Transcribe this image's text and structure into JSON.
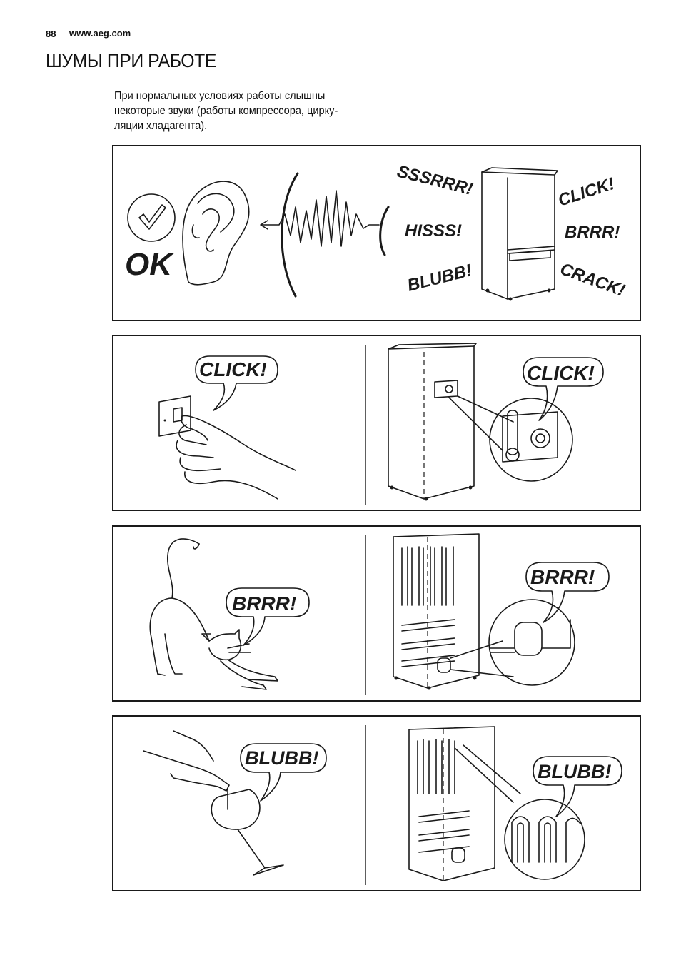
{
  "header": {
    "page_number": "88",
    "website": "www.aeg.com"
  },
  "title": "ШУМЫ ПРИ РАБОТЕ",
  "intro": "При нормальных условиях работы слышны некоторые звуки (работы компрессора, цирку-ляции хладагента).",
  "intro_lines": [
    "При нормальных условиях работы слышны",
    "некоторые звуки (работы компрессора, цирку-",
    "ляции хладагента)."
  ],
  "panel_overview": {
    "ok_label": "OK",
    "sounds": [
      "SSSRRR!",
      "HISSS!",
      "BLUBB!",
      "CLICK!",
      "BRRR!",
      "CRACK!"
    ]
  },
  "panel_click": {
    "left_bubble": "CLICK!",
    "right_bubble": "CLICK!"
  },
  "panel_brrr": {
    "left_bubble": "BRRR!",
    "right_bubble": "BRRR!"
  },
  "panel_blubb": {
    "left_bubble": "BLUBB!",
    "right_bubble": "BLUBB!"
  }
}
